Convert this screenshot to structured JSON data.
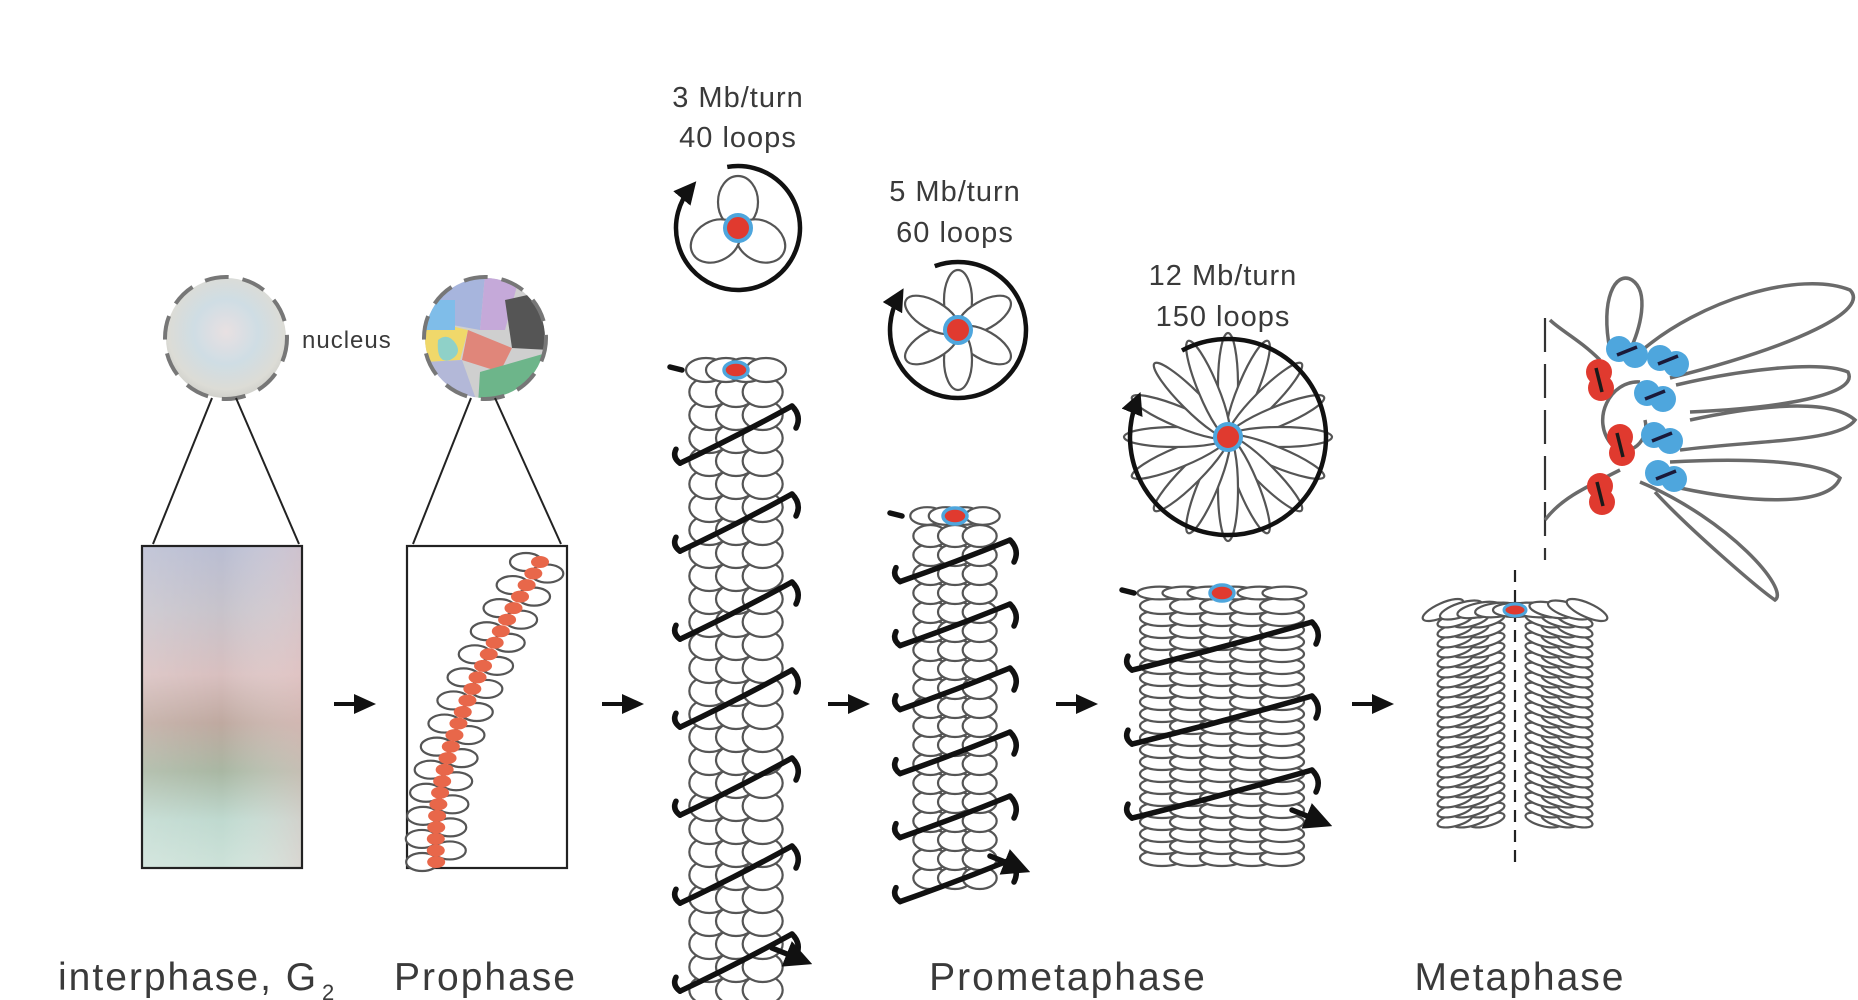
{
  "labels": {
    "nucleus": "nucleus",
    "interphase": "interphase, G",
    "interphase_sub": "2",
    "prophase": "Prophase",
    "prometaphase": "Prometaphase",
    "metaphase": "Metaphase"
  },
  "helix_annotations": [
    {
      "rate": "3 Mb/turn",
      "loops": "40 loops"
    },
    {
      "rate": "5 Mb/turn",
      "loops": "60 loops"
    },
    {
      "rate": "12 Mb/turn",
      "loops": "150 loops"
    }
  ],
  "colors": {
    "background": "#ffffff",
    "loop_outline": "#555555",
    "helix": "#111111",
    "condensin_core": "#e03a2f",
    "scaffold_halo": "#4ea6dd",
    "prophase_axis": "#e8674a",
    "condensin_ii": "#e03a2f",
    "condensin_i": "#4ea6dd"
  },
  "icons": {
    "arrow": "right-arrow-icon",
    "rotation": "circular-arrow-icon"
  }
}
